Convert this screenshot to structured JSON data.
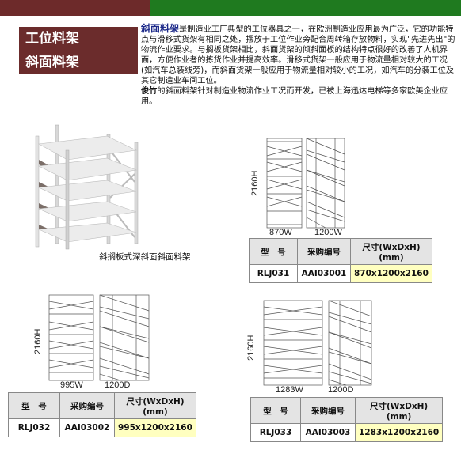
{
  "header": {
    "category": "工位料架",
    "subcategory": "斜面料架"
  },
  "intro": {
    "highlight": "斜面料架",
    "para1": "是制造业工厂典型的工位器具之一，在欧洲制造业应用最为广泛，它的功能特点与滑移式货架有相同之处，摆放于工位作业旁配合周转箱存放物料，实现\"先进先出\"的物流作业要求。与搁板货架相比，斜面货架的倾斜面板的结构特点很好的改善了人机界面，方便作业者的拣货作业并提高效率。滑移式货架一般应用于物流量相对较大的工况(如汽车总装线旁)，而斜面货架一般应用于物流量相对较小的工况，如汽车的分装工位及其它制造业车间工位。",
    "brand": "俊竹",
    "para2": "的斜面料架针对制造业物流作业工况而开发，已被上海迅达电梯等多家欧美企业应用。"
  },
  "photo": {
    "caption": "斜搁板式深斜面斜面料架"
  },
  "table_headers": {
    "model": "型　号",
    "code": "采购编号",
    "size": "尺寸(WxDxH)",
    "unit": "(mm)"
  },
  "products": [
    {
      "height": "2160H",
      "width": "870W",
      "depth": "1200W",
      "model": "RLJ031",
      "code": "AAI03001",
      "size": "870x1200x2160"
    },
    {
      "height": "2160H",
      "width": "995W",
      "depth": "1200D",
      "model": "RLJ032",
      "code": "AAI03002",
      "size": "995x1200x2160"
    },
    {
      "height": "2160H",
      "width": "1283W",
      "depth": "1200D",
      "model": "RLJ033",
      "code": "AAI03003",
      "size": "1283x1200x2160"
    }
  ],
  "colors": {
    "header_green": "#1f7a1f",
    "category_bg": "#6b2c2c",
    "highlight": "#1d2a8a",
    "size_cell": "#ffffc0"
  }
}
